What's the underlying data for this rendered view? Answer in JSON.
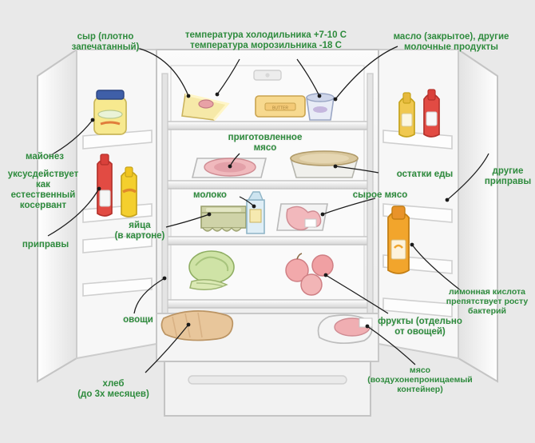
{
  "meta": {
    "title": "Схема правильного хранения продуктов в холодильнике",
    "label_color": "#2e8b3d",
    "background_color": "#e9e9e9",
    "fridge_body_color": "#f2f2f2",
    "fridge_outline_color": "#c9c9c9"
  },
  "labels": {
    "cheese": "сыр (плотно\nзапечатанный)",
    "temperature": "температура холодильника +7-10 С\nтемпература морозильника -18 С",
    "butter": "масло (закрытое), другие\nмолочные продукты",
    "mayonnaise": "майонез",
    "vinegar": "уксусдействует\nкак\nестественный\nкосервант",
    "condiments_left": "приправы",
    "cooked_meat": "приготовленное\nмясо",
    "leftovers": "остатки еды",
    "other_condiments": "другие\nприправы",
    "milk": "молоко",
    "eggs": "яйца\n(в картоне)",
    "raw_meat": "сырое мясо",
    "citric_acid": "лимонная кислота\nпрепятствует росту\nбактерий",
    "vegetables": "овощи",
    "fruits": "фрукты (отдельно\nот овощей)",
    "bread": "хлеб\n(до 3х месяцев)",
    "meat_container": "мясо\n(воздухонепроницаемый\nконтейнер)"
  },
  "items": {
    "cheese_wedge": "cheese-wedge",
    "butter_pack": "butter-pack",
    "butter_text": "BUTTER",
    "yogurt_cup": "yogurt-cup",
    "deli_meat_tray": "cooked-meat-tray",
    "casserole_dish": "casserole-dish",
    "egg_carton": "egg-carton",
    "milk_carton": "milk-carton",
    "raw_chicken": "raw-meat-tray",
    "lettuce": "lettuce-head",
    "celery": "celery-stalks",
    "apples": "apples",
    "bread_loaf": "bread-loaf",
    "meat_package": "meat-package",
    "mayo_jar": "mayonnaise-jar",
    "ketchup_bottle": "ketchup-bottle",
    "mustard_bottle": "mustard-bottle",
    "sauce_bottle_right": "sauce-bottle",
    "ketchup_right": "ketchup-bottle-right",
    "juice_bottle": "orange-juice-bottle"
  }
}
